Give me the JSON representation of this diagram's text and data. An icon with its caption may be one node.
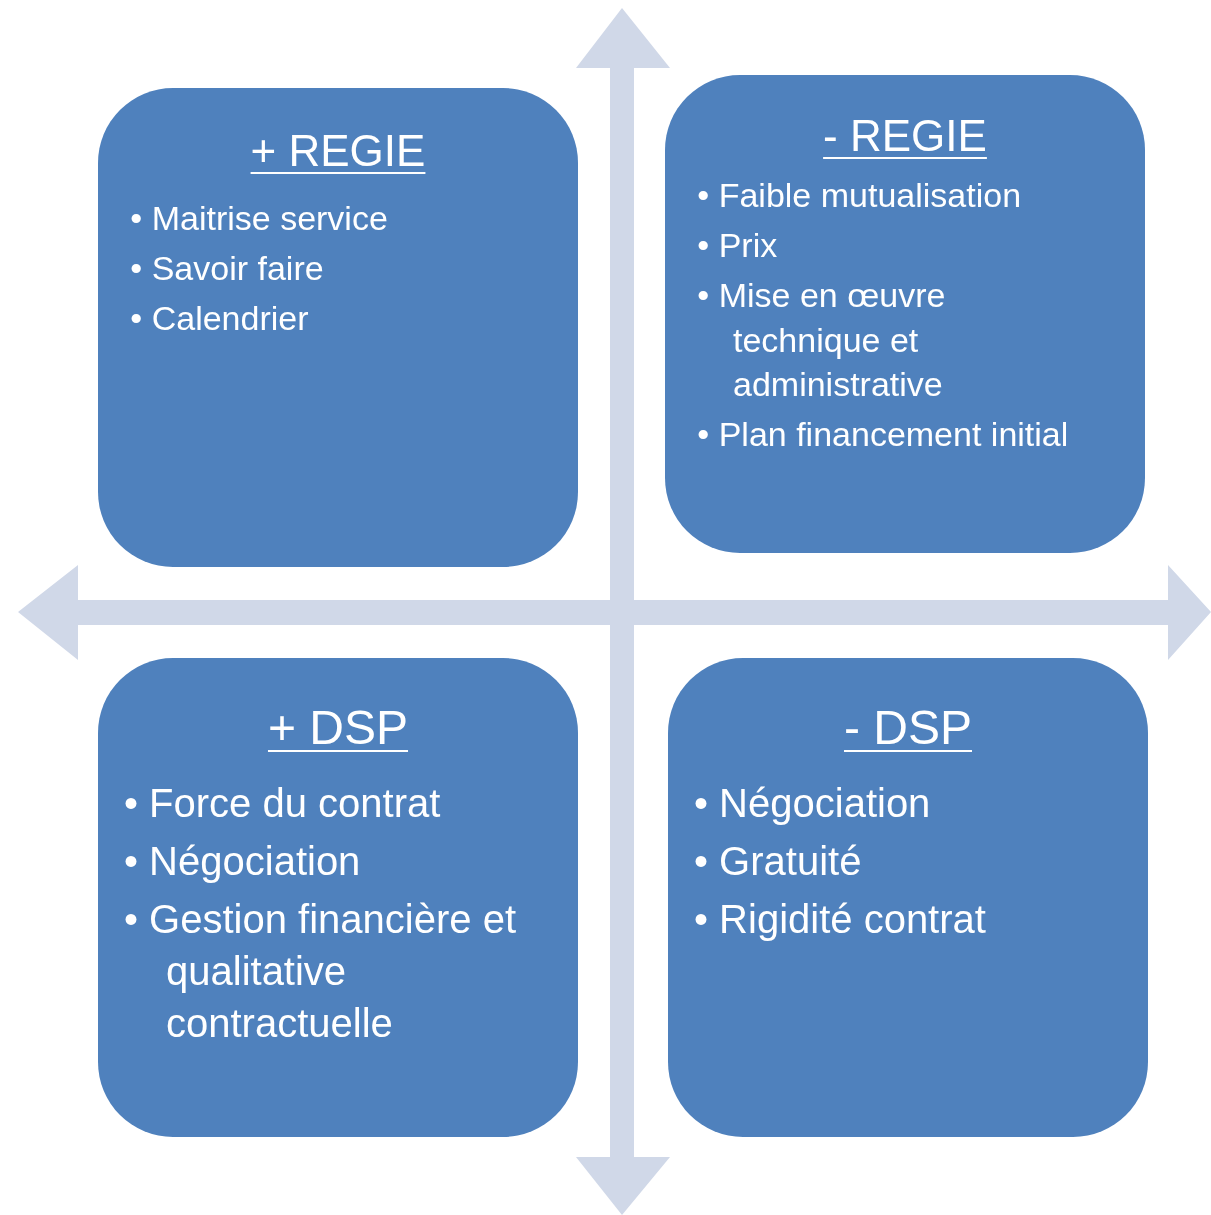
{
  "diagram": {
    "nodes": [
      {
        "text": [
          "+ REGIE",
          "• Maitrise service",
          "• Savoir faire",
          "• Calendrier"
        ]
      },
      {
        "text": [
          "- REGIE",
          "• Faible mutualisation",
          "• Prix",
          "• Mise en œuvre technique et administrative",
          "• Plan financement initial"
        ]
      },
      {
        "text": [
          "+ DSP",
          "• Force du contrat",
          "• Négociation",
          "• Gestion financière et qualitative contractuelle"
        ]
      },
      {
        "text": [
          "- DSP",
          "• Négociation",
          "• Gratuité",
          "• Rigidité contrat"
        ]
      }
    ]
  }
}
